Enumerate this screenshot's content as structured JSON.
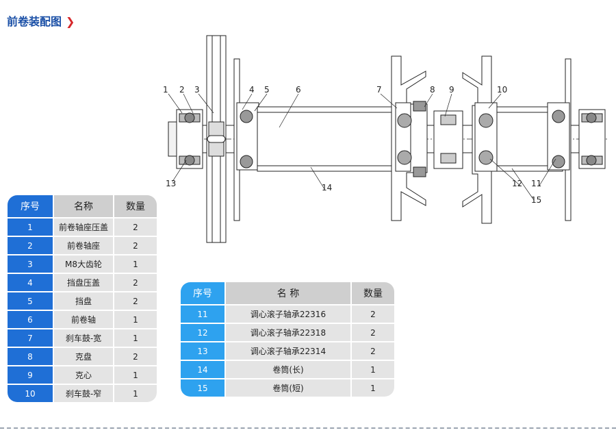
{
  "title": "前卷装配图",
  "callouts": [
    "1",
    "2",
    "3",
    "4",
    "5",
    "6",
    "7",
    "8",
    "9",
    "10",
    "11",
    "12",
    "13",
    "14",
    "15"
  ],
  "table1": {
    "headers": {
      "no": "序号",
      "name": "名称",
      "qty": "数量"
    },
    "rows": [
      {
        "no": "1",
        "name": "前卷轴座压盖",
        "qty": "2"
      },
      {
        "no": "2",
        "name": "前卷轴座",
        "qty": "2"
      },
      {
        "no": "3",
        "name": "M8大齿轮",
        "qty": "1"
      },
      {
        "no": "4",
        "name": "挡盘压盖",
        "qty": "2"
      },
      {
        "no": "5",
        "name": "挡盘",
        "qty": "2"
      },
      {
        "no": "6",
        "name": "前卷轴",
        "qty": "1"
      },
      {
        "no": "7",
        "name": "刹车鼓-宽",
        "qty": "1"
      },
      {
        "no": "8",
        "name": "克盘",
        "qty": "2"
      },
      {
        "no": "9",
        "name": "克心",
        "qty": "1"
      },
      {
        "no": "10",
        "name": "刹车鼓-窄",
        "qty": "1"
      }
    ]
  },
  "table2": {
    "headers": {
      "no": "序号",
      "name": "名 称",
      "qty": "数量"
    },
    "rows": [
      {
        "no": "11",
        "name": "调心滚子轴承22316",
        "qty": "2"
      },
      {
        "no": "12",
        "name": "调心滚子轴承22318",
        "qty": "2"
      },
      {
        "no": "13",
        "name": "调心滚子轴承22314",
        "qty": "2"
      },
      {
        "no": "14",
        "name": "卷筒(长)",
        "qty": "1"
      },
      {
        "no": "15",
        "name": "卷筒(短)",
        "qty": "1"
      }
    ]
  }
}
